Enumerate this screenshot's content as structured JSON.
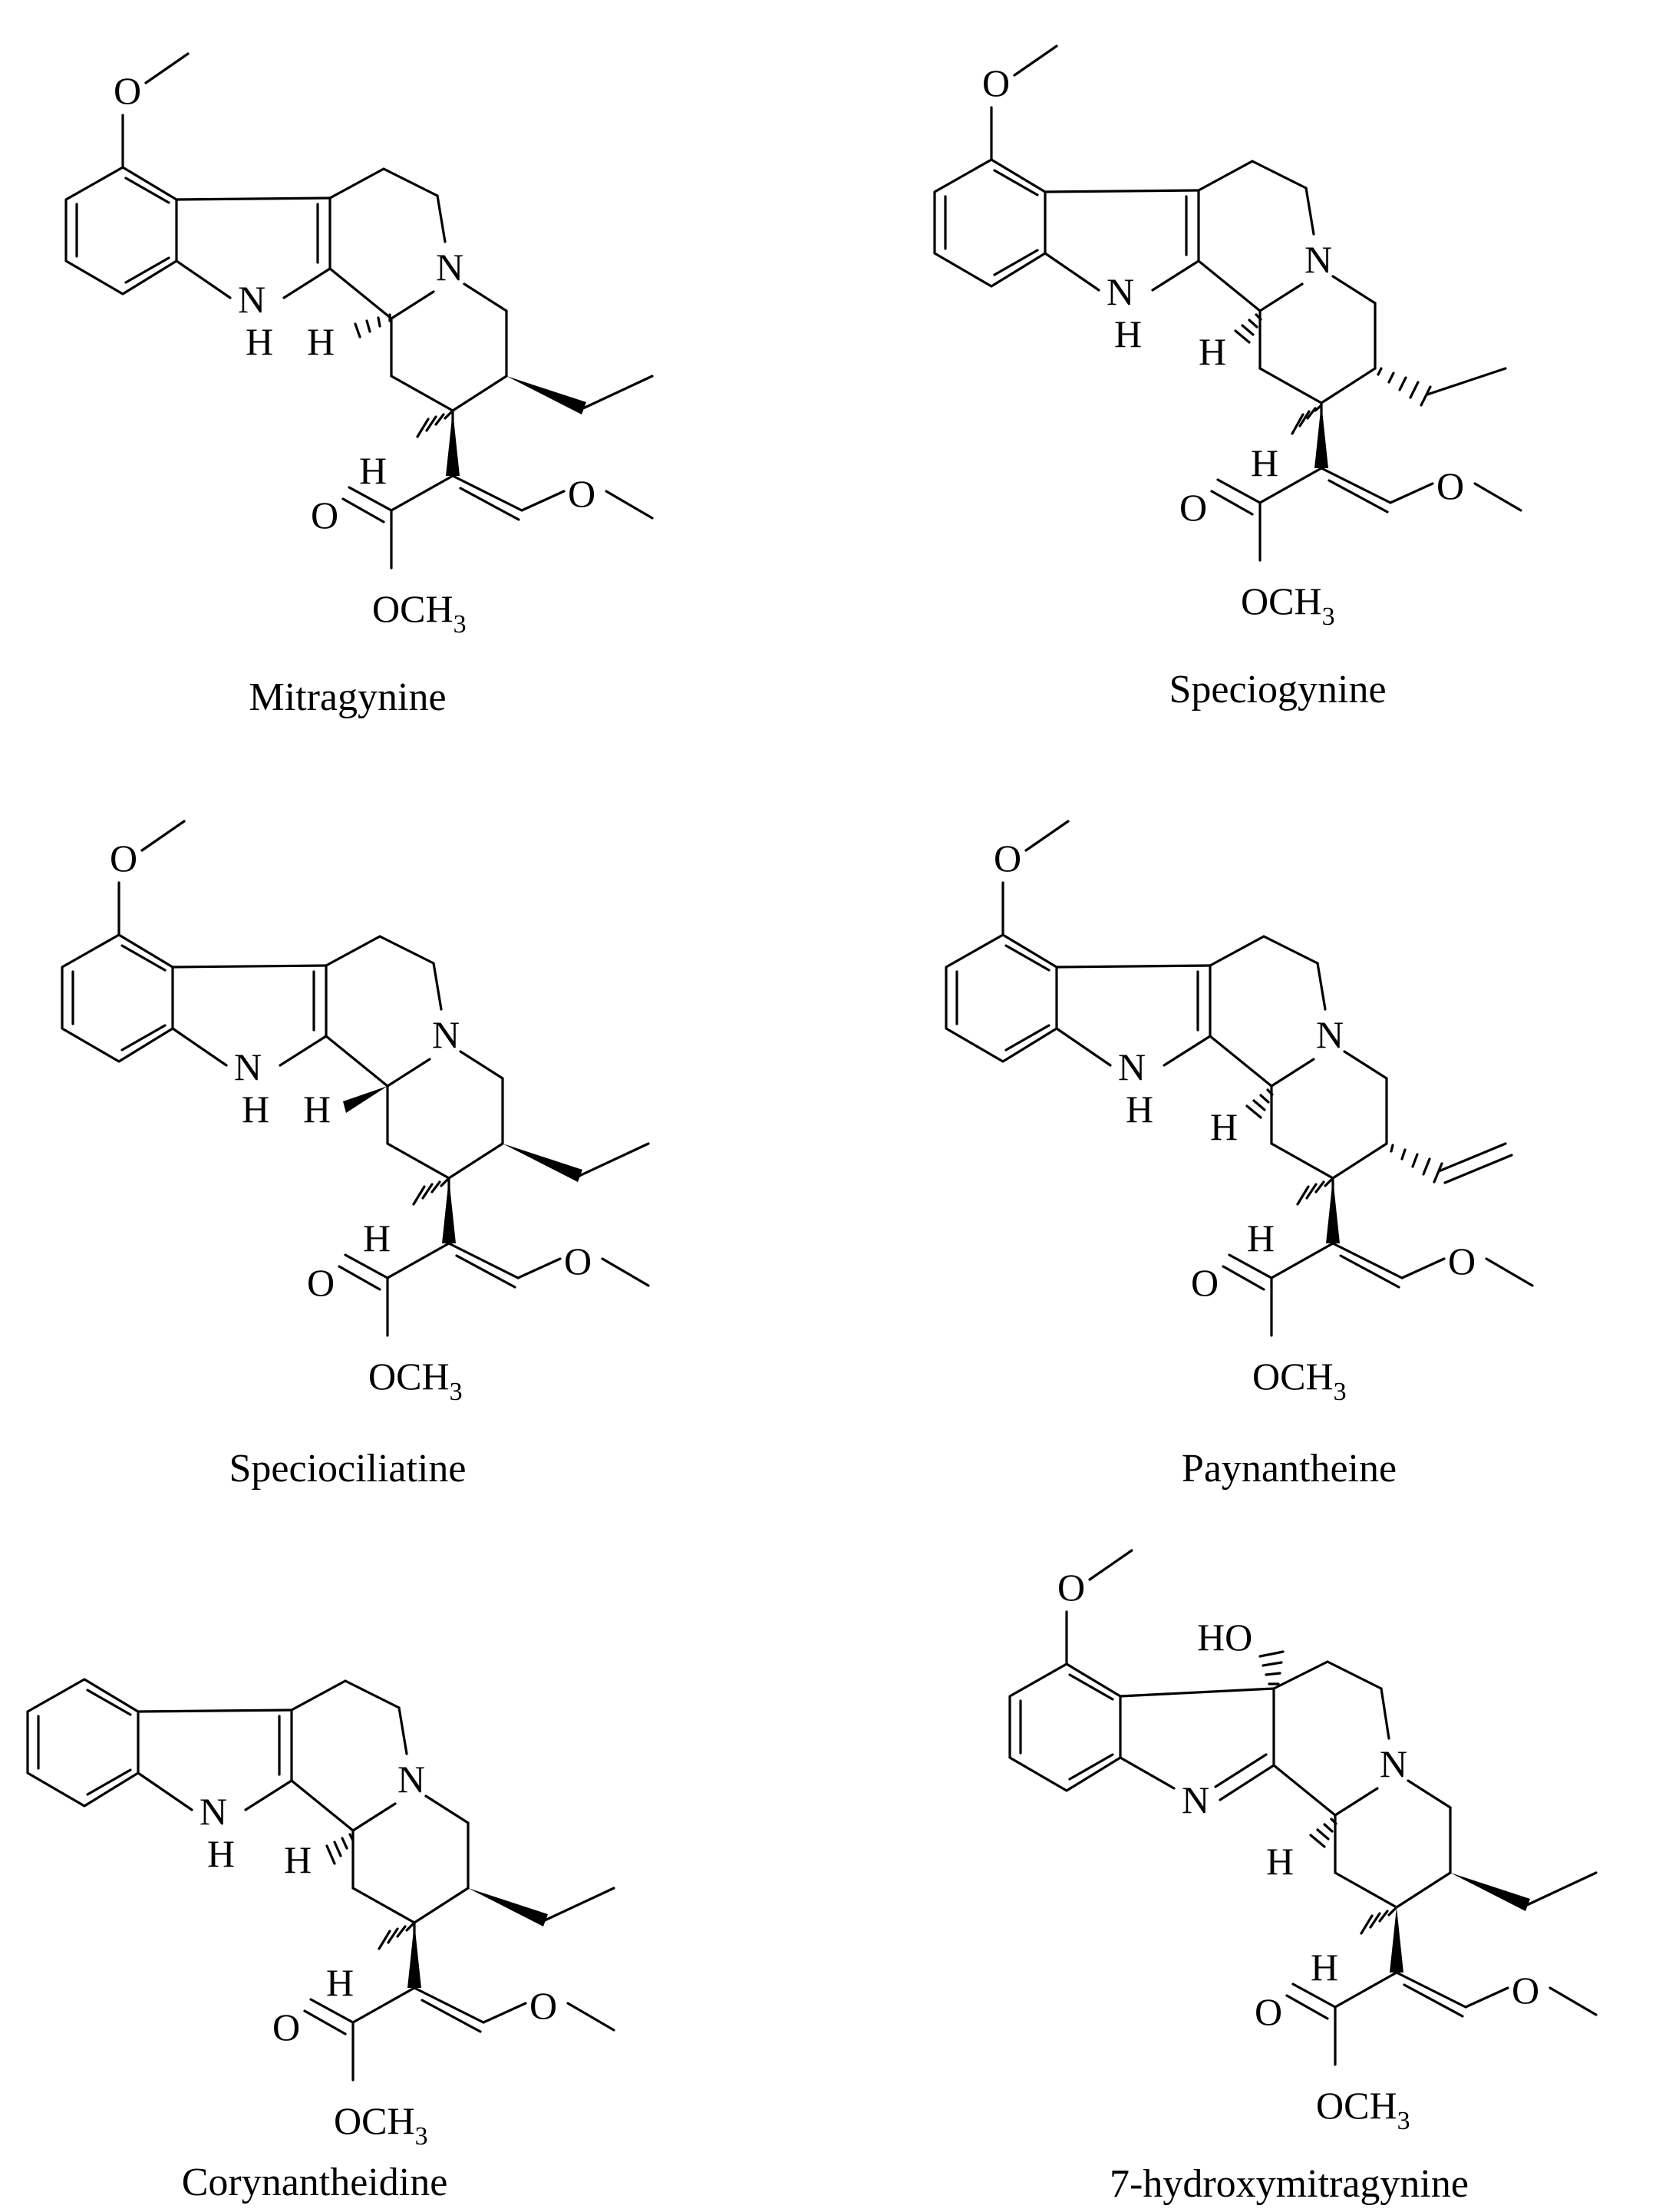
{
  "compounds": [
    {
      "name": "Mitragynine",
      "atoms": {
        "methoxy_o": "O",
        "indole_n": "N",
        "indole_h": "H",
        "amine_n": "N",
        "h3": "H",
        "h15": "H",
        "carbonyl_o": "O",
        "ester": "OCH",
        "ester_sub": "3",
        "enol_o": "O"
      }
    },
    {
      "name": "Speciogynine",
      "atoms": {
        "methoxy_o": "O",
        "indole_n": "N",
        "indole_h": "H",
        "amine_n": "N",
        "h3": "H",
        "h15": "H",
        "carbonyl_o": "O",
        "ester": "OCH",
        "ester_sub": "3",
        "enol_o": "O"
      }
    },
    {
      "name": "Speciociliatine",
      "atoms": {
        "methoxy_o": "O",
        "indole_n": "N",
        "indole_h": "H",
        "amine_n": "N",
        "h3": "H",
        "h15": "H",
        "carbonyl_o": "O",
        "ester": "OCH",
        "ester_sub": "3",
        "enol_o": "O"
      }
    },
    {
      "name": "Paynantheine",
      "atoms": {
        "methoxy_o": "O",
        "indole_n": "N",
        "indole_h": "H",
        "amine_n": "N",
        "h3": "H",
        "h15": "H",
        "carbonyl_o": "O",
        "ester": "OCH",
        "ester_sub": "3",
        "enol_o": "O"
      }
    },
    {
      "name": "Corynantheidine",
      "atoms": {
        "indole_n": "N",
        "indole_h": "H",
        "amine_n": "N",
        "h3": "H",
        "h15": "H",
        "carbonyl_o": "O",
        "ester": "OCH",
        "ester_sub": "3",
        "enol_o": "O"
      }
    },
    {
      "name": "7-hydroxymitragynine",
      "atoms": {
        "methoxy_o": "O",
        "hydroxy": "HO",
        "indole_n": "N",
        "amine_n": "N",
        "h3": "H",
        "h15": "H",
        "carbonyl_o": "O",
        "ester": "OCH",
        "ester_sub": "3",
        "enol_o": "O"
      }
    }
  ]
}
